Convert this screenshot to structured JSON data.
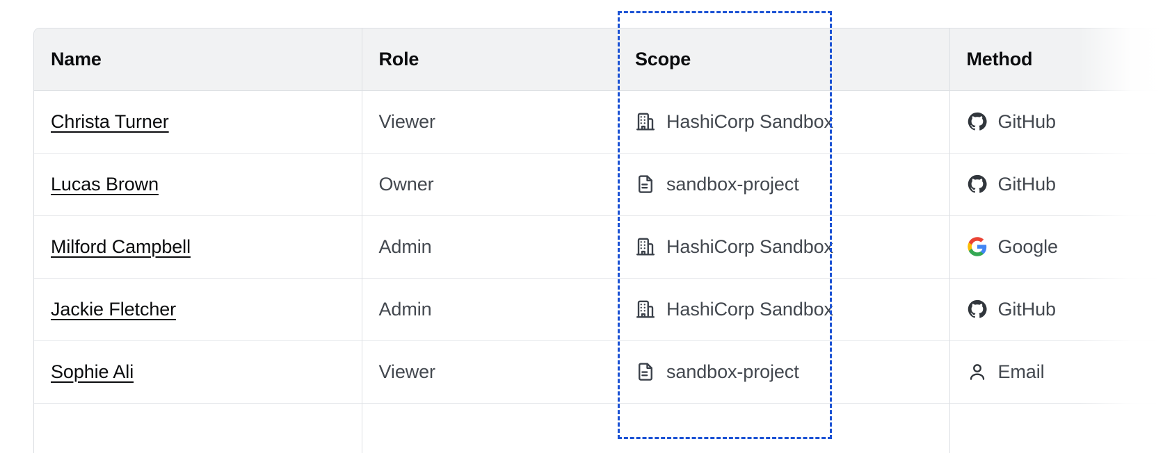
{
  "table": {
    "columns": [
      {
        "key": "name",
        "label": "Name"
      },
      {
        "key": "role",
        "label": "Role"
      },
      {
        "key": "scope",
        "label": "Scope"
      },
      {
        "key": "method",
        "label": "Method"
      }
    ],
    "rows": [
      {
        "name": "Christa Turner",
        "role": "Viewer",
        "scope": "HashiCorp Sandbox",
        "scope_icon": "building-icon",
        "method": "GitHub",
        "method_icon": "github-icon"
      },
      {
        "name": "Lucas Brown",
        "role": "Owner",
        "scope": "sandbox-project",
        "scope_icon": "document-icon",
        "method": "GitHub",
        "method_icon": "github-icon"
      },
      {
        "name": "Milford Campbell",
        "role": "Admin",
        "scope": "HashiCorp Sandbox",
        "scope_icon": "building-icon",
        "method": "Google",
        "method_icon": "google-icon"
      },
      {
        "name": "Jackie Fletcher",
        "role": "Admin",
        "scope": "HashiCorp Sandbox",
        "scope_icon": "building-icon",
        "method": "GitHub",
        "method_icon": "github-icon"
      },
      {
        "name": "Sophie Ali",
        "role": "Viewer",
        "scope": "sandbox-project",
        "scope_icon": "document-icon",
        "method": "Email",
        "method_icon": "user-icon"
      },
      {
        "name": "",
        "role": "",
        "scope": "",
        "scope_icon": "",
        "method": "",
        "method_icon": ""
      }
    ]
  },
  "highlight": {
    "target_column": "Scope",
    "color": "#1b52d4",
    "style": "dashed"
  },
  "colors": {
    "header_bg": "#f1f2f3",
    "row_bg": "#ffffff",
    "border": "#dcdfe3",
    "row_border": "#e6e8eb",
    "header_text": "#0b0c0e",
    "cell_text": "#43484f",
    "link_text": "#0b0c0e",
    "highlight": "#1b52d4"
  }
}
